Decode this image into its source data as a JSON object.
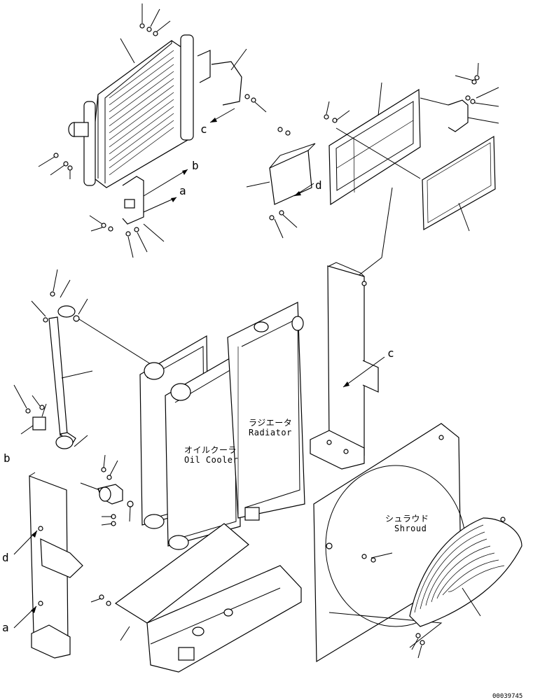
{
  "parts": {
    "radiator": {
      "jp": "ラジエータ",
      "en": "Radiator"
    },
    "oil_cooler": {
      "jp": "オイルクーラ",
      "en": "Oil Cooler"
    },
    "shroud": {
      "jp": "シュラウド",
      "en": "Shroud"
    }
  },
  "ref_labels": {
    "a": "a",
    "b": "b",
    "c": "c",
    "d": "d"
  },
  "drawing_number": "00039745"
}
